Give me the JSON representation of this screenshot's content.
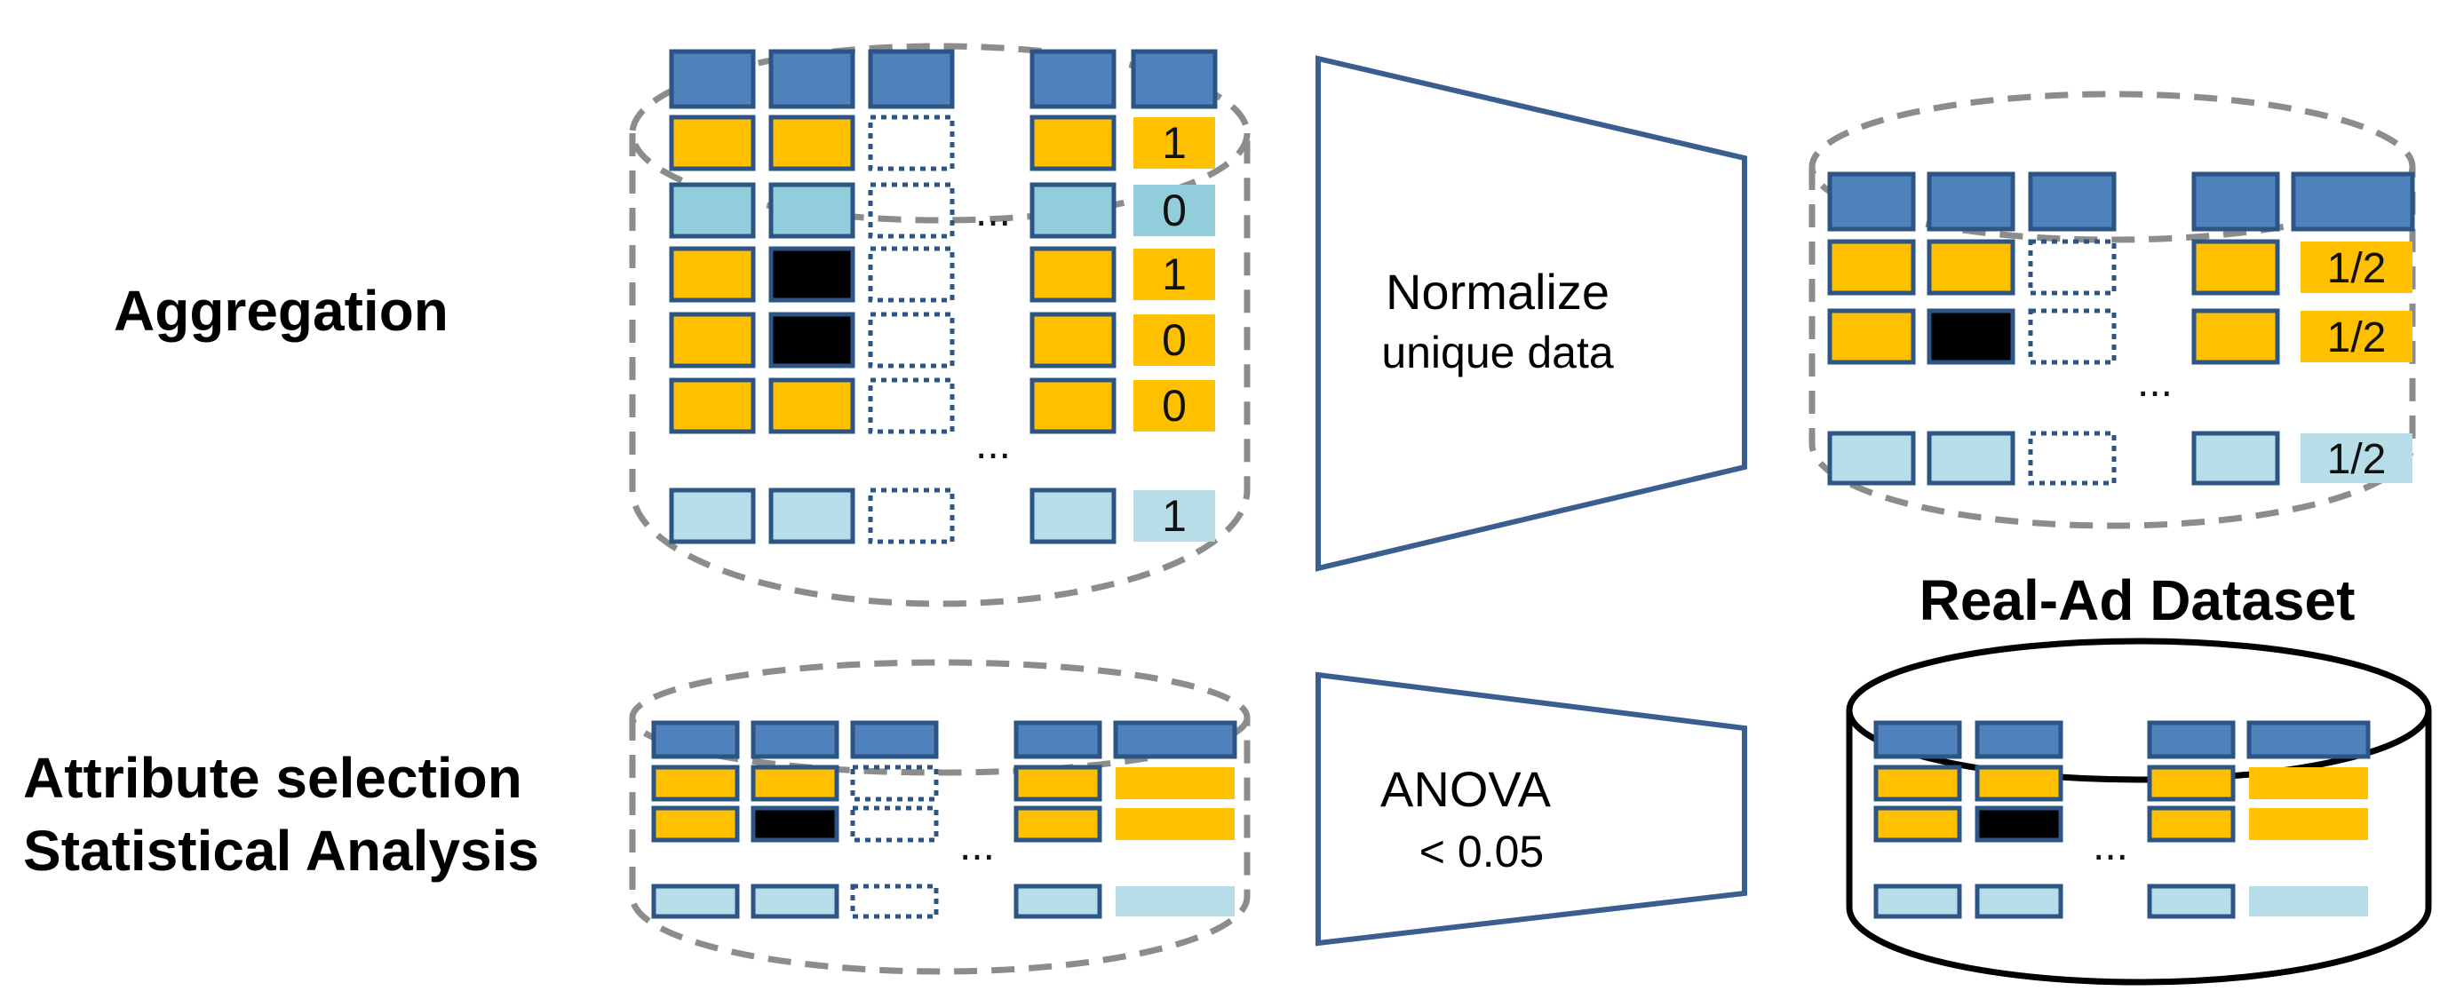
{
  "labels": {
    "aggregation": "Aggregation",
    "attribute_selection": "Attribute selection",
    "statistical_analysis": "Statistical Analysis",
    "real_ad_dataset": "Real-Ad Dataset"
  },
  "funnel_top": {
    "line1": "Normalize",
    "line2": "unique data"
  },
  "funnel_bottom": {
    "line1": "ANOVA",
    "line2": "< 0.05"
  },
  "ellipsis": "...",
  "db_aggregation": {
    "values": [
      "1",
      "0",
      "1",
      "0",
      "0",
      "1"
    ]
  },
  "db_normalized": {
    "values": [
      "1/2",
      "1/2",
      "1/2"
    ]
  },
  "colors": {
    "header_blue": "#4F81BD",
    "header_border": "#2C5585",
    "orange": "#FFC000",
    "teal": "#92CDDC",
    "light_blue": "#B7DEE8",
    "black_cell": "#000000",
    "dashed_outline": "#8C8C8C",
    "funnel_stroke": "#3A5F8F",
    "dotted_cell": "#2C5585"
  }
}
